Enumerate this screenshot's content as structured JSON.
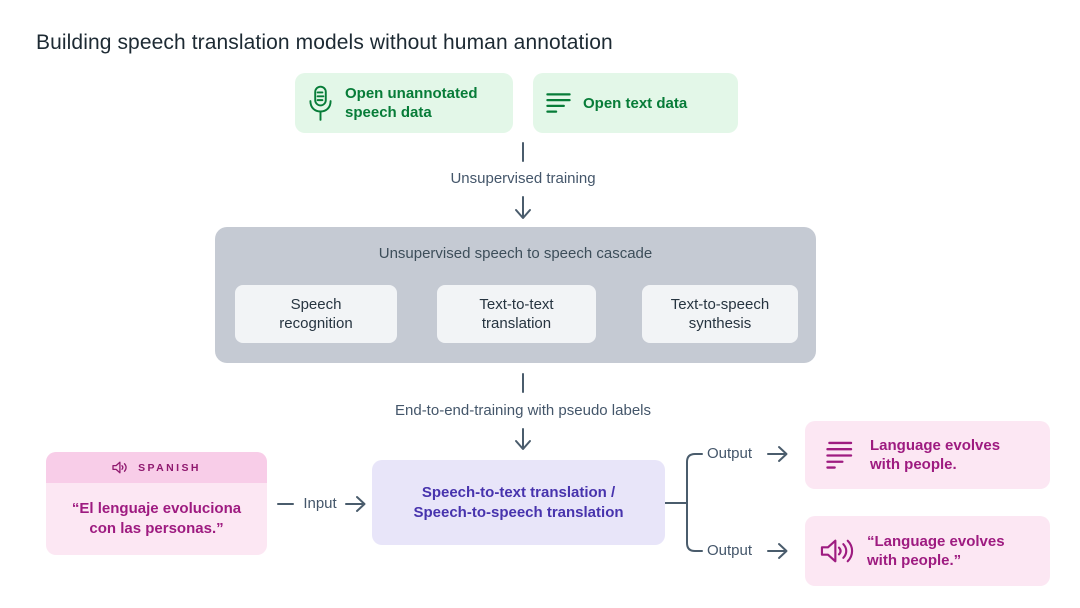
{
  "title": "Building speech translation models without human annotation",
  "colors": {
    "green_text": "#077c38",
    "green_bg": "#e3f7e8",
    "slate_connector": "#4a5c6c",
    "gray_panel_bg": "#c5cad3",
    "stage_box_bg": "#f2f4f6",
    "magenta_text": "#9e1b80",
    "pink_header_bg": "#f8cde8",
    "pink_bg": "#fce7f3",
    "purple_text": "#4733ad",
    "purple_bg": "#e8e5f9"
  },
  "sources": {
    "speech": {
      "icon": "microphone-icon",
      "label": "Open unannotated speech data"
    },
    "text": {
      "icon": "text-lines-icon",
      "label": "Open text data"
    }
  },
  "steps": {
    "unsupervised": "Unsupervised training",
    "end_to_end": "End-to-end-training with pseudo labels"
  },
  "cascade": {
    "title": "Unsupervised speech to speech cascade",
    "stages": [
      {
        "label": "Speech recognition"
      },
      {
        "label": "Text-to-text translation"
      },
      {
        "label": "Text-to-speech synthesis"
      }
    ]
  },
  "input": {
    "arrow_label": "Input",
    "language_label": "SPANISH",
    "quote": "“El lenguaje evoluciona con las personas.”"
  },
  "model": {
    "label": "Speech-to-text translation / Speech-to-speech translation"
  },
  "outputs": [
    {
      "arrow_label": "Output",
      "icon": "text-lines-icon",
      "text": "Language evolves with people."
    },
    {
      "arrow_label": "Output",
      "icon": "speaker-icon",
      "text": "“Language evolves with people.”"
    }
  ]
}
